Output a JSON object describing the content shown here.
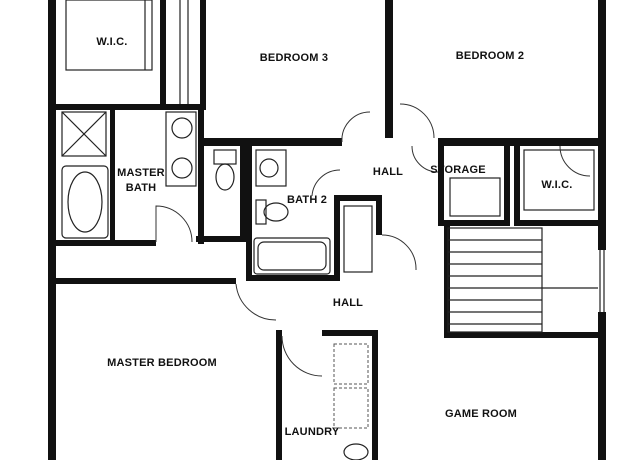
{
  "rooms": {
    "wic_master": "W.I.C.",
    "bedroom3": "BEDROOM 3",
    "bedroom2": "BEDROOM 2",
    "master_bath_line1": "MASTER",
    "master_bath_line2": "BATH",
    "bath2": "BATH 2",
    "hall_upper": "HALL",
    "storage": "STORAGE",
    "wic_right": "W.I.C.",
    "hall_lower": "HALL",
    "master_bedroom": "MASTER BEDROOM",
    "laundry": "LAUNDRY",
    "game_room": "GAME ROOM"
  }
}
